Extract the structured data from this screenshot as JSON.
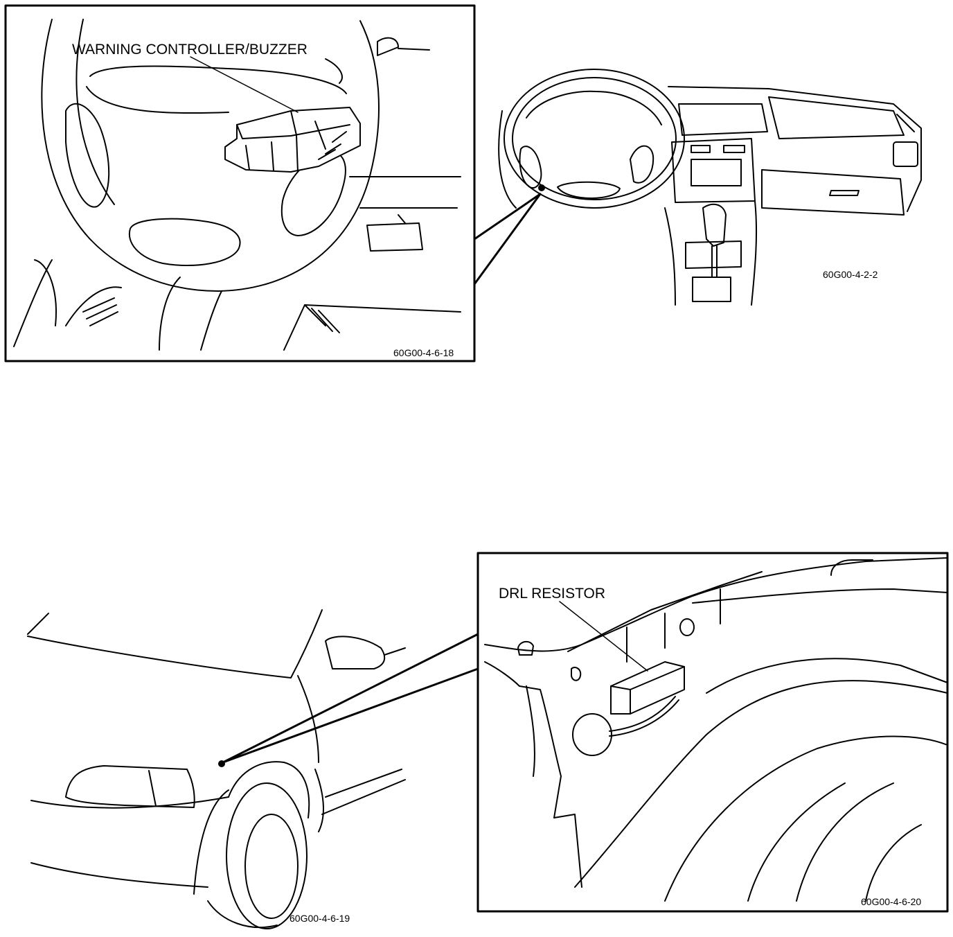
{
  "figure_top": {
    "callout": "WARNING CONTROLLER/BUZZER",
    "detail_figure_id": "60G00-4-6-18",
    "overview_figure_id": "60G00-4-2-2"
  },
  "figure_bottom": {
    "callout": "DRL RESISTOR",
    "overview_figure_id": "60G00-4-6-19",
    "detail_figure_id": "60G00-4-6-20"
  },
  "colors": {
    "ink": "#000000",
    "paper": "#ffffff"
  }
}
